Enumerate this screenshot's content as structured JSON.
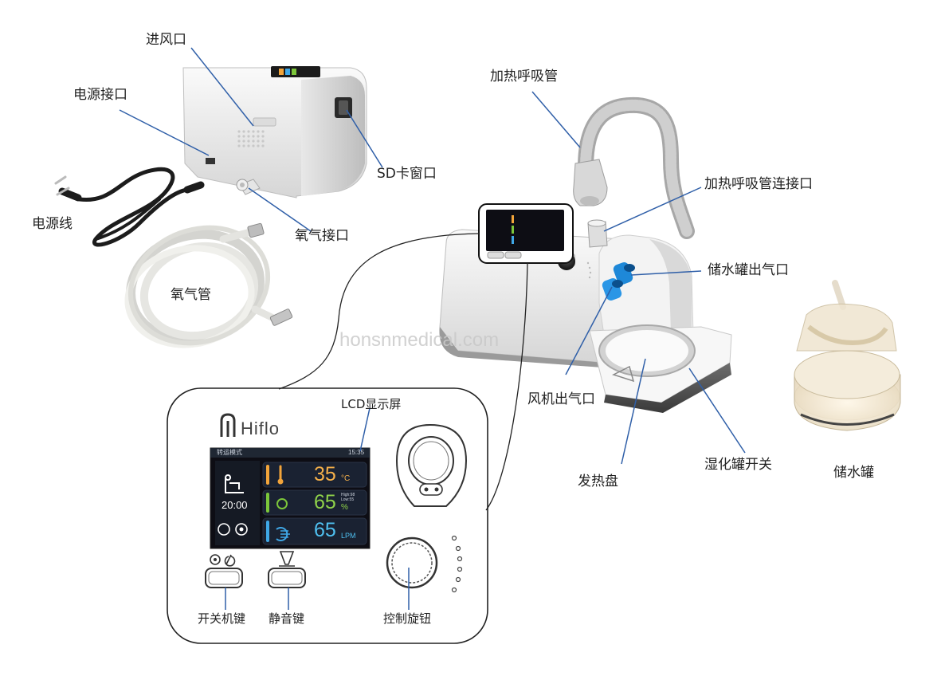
{
  "labels": {
    "air_inlet": "进风口",
    "power_port": "电源接口",
    "sd_window": "SD卡窗口",
    "power_cord": "电源线",
    "oxygen_port": "氧气接口",
    "oxygen_tube": "氧气管",
    "heated_tube": "加热呼吸管",
    "heated_tube_connector": "加热呼吸管连接口",
    "reservoir_outlet": "储水罐出气口",
    "fan_outlet": "风机出气口",
    "heating_plate": "发热盘",
    "humidifier_switch": "湿化罐开关",
    "reservoir": "储水罐",
    "lcd_screen": "LCD显示屏",
    "power_key": "开关机键",
    "mute_key": "静音键",
    "control_knob": "控制旋钮"
  },
  "watermark": "honsnmedical.com",
  "panel": {
    "brand": "Hiflo",
    "screen": {
      "mode": "转运模式",
      "clock": "15:35",
      "time": "20:00",
      "temperature": {
        "value": "35",
        "unit": "°C"
      },
      "oxygen": {
        "value": "65",
        "unit": "%",
        "high": "High:98",
        "low": "Low:55"
      },
      "flow": {
        "value": "65",
        "unit": "LPM"
      }
    }
  },
  "colors": {
    "line_blue": "#2f5fa8",
    "temp_bar": "#f2a43a",
    "oxygen_bar": "#7cc63a",
    "flow_bar": "#3fa7e6",
    "temp_value": "#f5b04a",
    "oxygen_value": "#8fd24a",
    "flow_value": "#4fc0f0",
    "port_blue": "#1e88d8"
  }
}
